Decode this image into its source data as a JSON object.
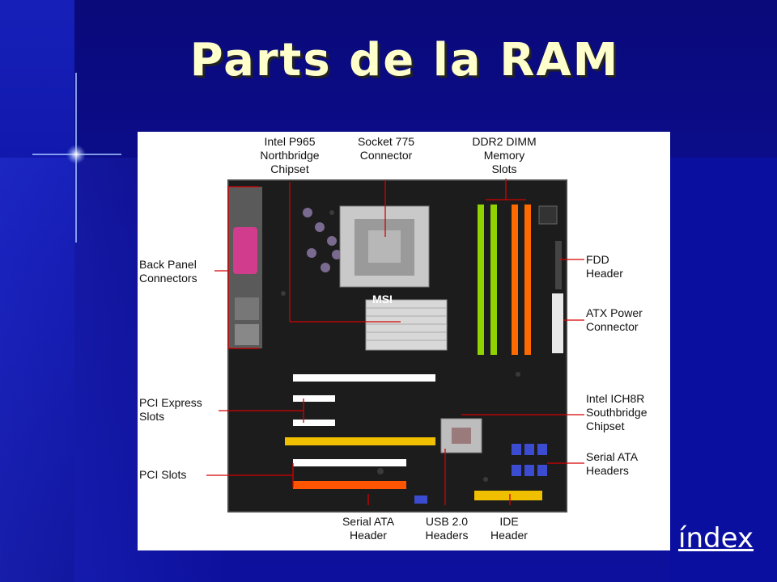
{
  "slide": {
    "title": "Parts de la RAM",
    "index_link": "índex"
  },
  "board": {
    "brand": "MSI",
    "labels": {
      "northbridge": "Intel P965\nNorthbridge\nChipset",
      "socket": "Socket 775\nConnector",
      "ddr2": "DDR2 DIMM\nMemory\nSlots",
      "back_panel": "Back Panel\nConnectors",
      "fdd": "FDD\nHeader",
      "atx": "ATX Power\nConnector",
      "pci_express": "PCI Express\nSlots",
      "southbridge": "Intel ICH8R\nSouthbridge\nChipset",
      "serial_ata_headers": "Serial ATA\nHeaders",
      "pci_slots": "PCI Slots",
      "serial_ata_header": "Serial ATA\nHeader",
      "usb": "USB 2.0\nHeaders",
      "ide": "IDE\nHeader"
    }
  },
  "colors": {
    "title": "#ffffcc",
    "label_line": "#d40000",
    "dimm_green": "#8fd400",
    "dimm_orange": "#ff6a00",
    "pcie_yellow": "#f0c000",
    "pci_orange": "#ff5500"
  }
}
